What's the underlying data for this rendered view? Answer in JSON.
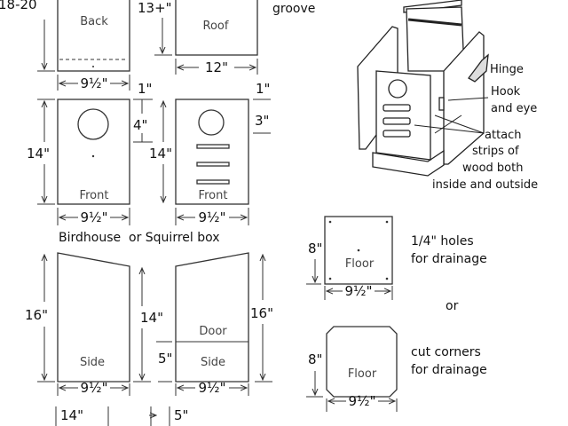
{
  "panels": {
    "back": {
      "label": "Back",
      "height": "18-20",
      "width": "9½\""
    },
    "roof": {
      "label": "Roof",
      "height": "13+\"",
      "width": "12\""
    },
    "groove": "groove",
    "front_birdhouse": {
      "label": "Front",
      "height": "14\"",
      "hole_offset": "4\"",
      "top_gap": "1\"",
      "width": "9½\""
    },
    "front_squirrel": {
      "label": "Front",
      "height": "14\"",
      "top_gap": "1\"",
      "hole_offset": "3\"",
      "width": "9½\""
    },
    "caption": "Birdhouse  or Squirrel box",
    "side_left": {
      "label": "Side",
      "tall": "16\"",
      "short": "14\"",
      "width": "9½\""
    },
    "side_right": {
      "label": "Side",
      "door_label": "Door",
      "tall": "16\"",
      "door_height": "5\"",
      "width": "9½\""
    },
    "bottom_dims": {
      "left": "14\"",
      "right": "5\""
    },
    "floor_holes": {
      "label": "Floor",
      "height": "8\"",
      "width": "9½\"",
      "note_1": "1/4\" holes",
      "note_2": "for drainage"
    },
    "or": "or",
    "floor_corners": {
      "label": "Floor",
      "height": "8\"",
      "width": "9½\"",
      "note_1": "cut corners",
      "note_2": "for drainage"
    }
  },
  "assembly": {
    "hinge": "Hinge",
    "hook_1": "Hook",
    "hook_2": "and eye",
    "attach_1": "attach",
    "attach_2": "strips of",
    "attach_3": "wood both",
    "attach_4": "inside and outside"
  }
}
